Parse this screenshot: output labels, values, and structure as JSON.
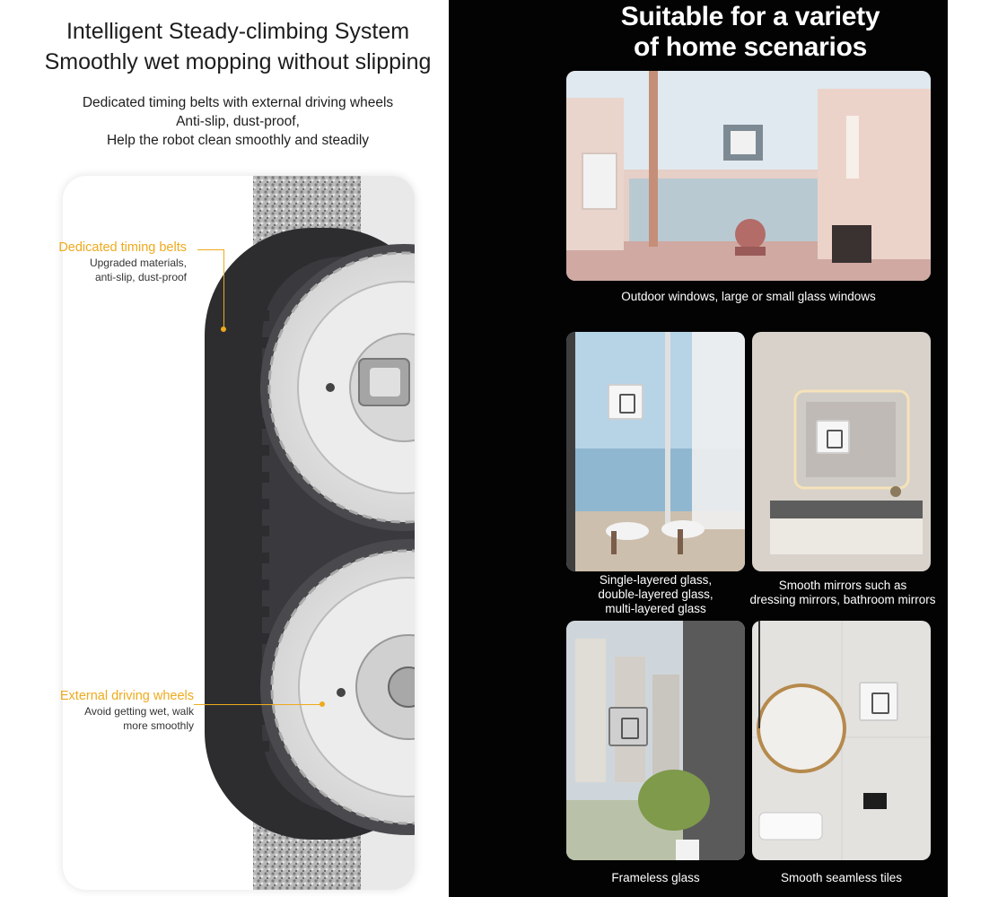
{
  "left": {
    "title_line1": "Intelligent Steady-climbing System",
    "title_line2": "Smoothly wet mopping without slipping",
    "subtitle_line1": "Dedicated timing belts with external driving wheels",
    "subtitle_line2": "Anti-slip, dust-proof,",
    "subtitle_line3": "Help the robot clean smoothly and steadily",
    "callouts": [
      {
        "title": "Dedicated timing belts",
        "desc_line1": "Upgraded materials,",
        "desc_line2": "anti-slip, dust-proof"
      },
      {
        "title": "External driving wheels",
        "desc_line1": "Avoid getting wet, walk",
        "desc_line2": "more smoothly"
      }
    ],
    "accent_color": "#eeaa1c"
  },
  "right": {
    "title_line1": "Suitable for a variety",
    "title_line2": "of home scenarios",
    "scenes": [
      {
        "caption_line1": "Outdoor windows, large or small glass windows"
      },
      {
        "caption_line1": "Single-layered glass,",
        "caption_line2": "double-layered glass,",
        "caption_line3": "multi-layered glass"
      },
      {
        "caption_line1": "Smooth mirrors such as",
        "caption_line2": "dressing mirrors, bathroom mirrors"
      },
      {
        "caption_line1": "Frameless glass"
      },
      {
        "caption_line1": "Smooth seamless tiles"
      }
    ]
  }
}
